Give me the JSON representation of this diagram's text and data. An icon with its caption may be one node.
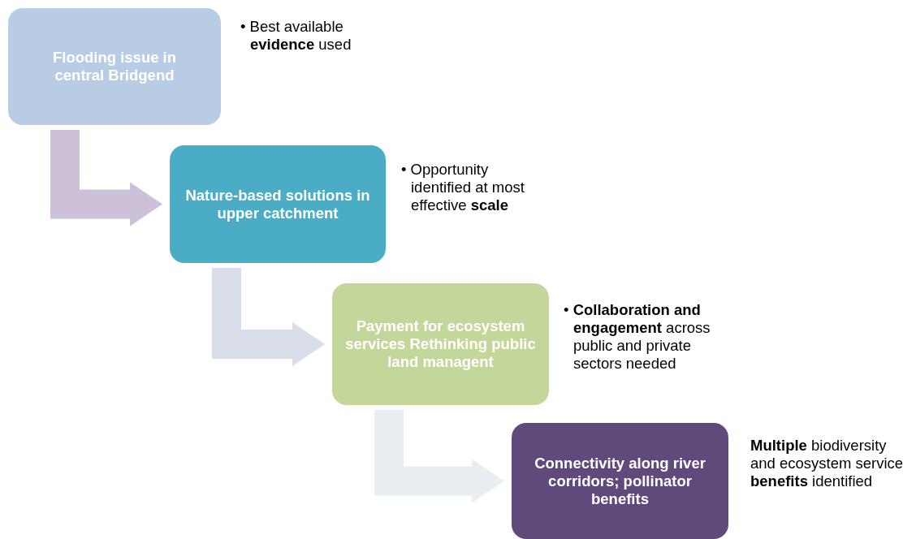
{
  "diagram": {
    "nodes": [
      {
        "text": [
          "Flooding issue in central Bridgend"
        ],
        "beside": [
          "• Best available **evidence** used"
        ]
      },
      {
        "text": [
          "Nature-based solutions in upper catchment"
        ],
        "beside": [
          "• Opportunity identified at most effective **scale**"
        ]
      },
      {
        "text": [
          "Payment for ecosystem services Rethinking public land managent"
        ],
        "beside": [
          "• **Collaboration and engagement** across public and private sectors needed"
        ]
      },
      {
        "text": [
          "Connectivity along river corridors; pollinator benefits"
        ],
        "beside": [
          "**Multiple** biodiversity and ecosystem service **benefits** identified"
        ]
      }
    ],
    "edges": [
      {
        "from": 0,
        "to": 1,
        "arrow": "to",
        "color": "#ccc1d9"
      },
      {
        "from": 1,
        "to": 2,
        "arrow": "to",
        "color": "#d9dce9"
      },
      {
        "from": 2,
        "to": 3,
        "arrow": "to",
        "color": "#e8eef2"
      }
    ]
  }
}
